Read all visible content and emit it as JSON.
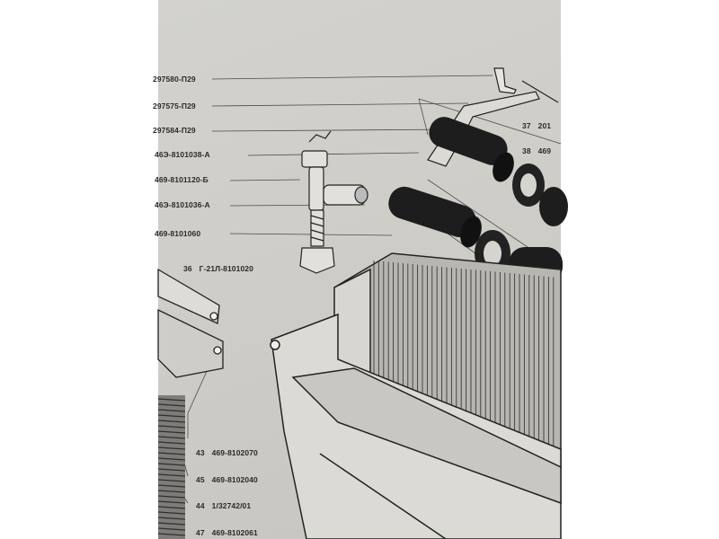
{
  "callouts_left": [
    {
      "id": "c1",
      "code": "297580-П29"
    },
    {
      "id": "c2",
      "code": "297575-П29"
    },
    {
      "id": "c3",
      "code": "297584-П29"
    },
    {
      "id": "c4",
      "code": "46Э-8101038-А"
    },
    {
      "id": "c5",
      "code": "469-8101120-Б"
    },
    {
      "id": "c6",
      "code": "46Э-8101036-А"
    },
    {
      "id": "c7",
      "code": "469-8101060"
    },
    {
      "id": "c8",
      "num": "36",
      "code": "Г-21Л-8101020"
    }
  ],
  "callouts_right": [
    {
      "id": "r1",
      "num": "37",
      "code": "201"
    },
    {
      "id": "r2",
      "num": "38",
      "code": "469"
    }
  ],
  "callouts_bottom": [
    {
      "id": "b1",
      "num": "43",
      "code": "469-8102070"
    },
    {
      "id": "b2",
      "num": "45",
      "code": "469-8102040"
    },
    {
      "id": "b3",
      "num": "44",
      "code": "1/32742/01"
    },
    {
      "id": "b4",
      "num": "47",
      "code": "469-8102061"
    }
  ],
  "colors": {
    "paper": "#d0cec9",
    "ink": "#2a2a2a",
    "hose": "#1c1c1c"
  }
}
